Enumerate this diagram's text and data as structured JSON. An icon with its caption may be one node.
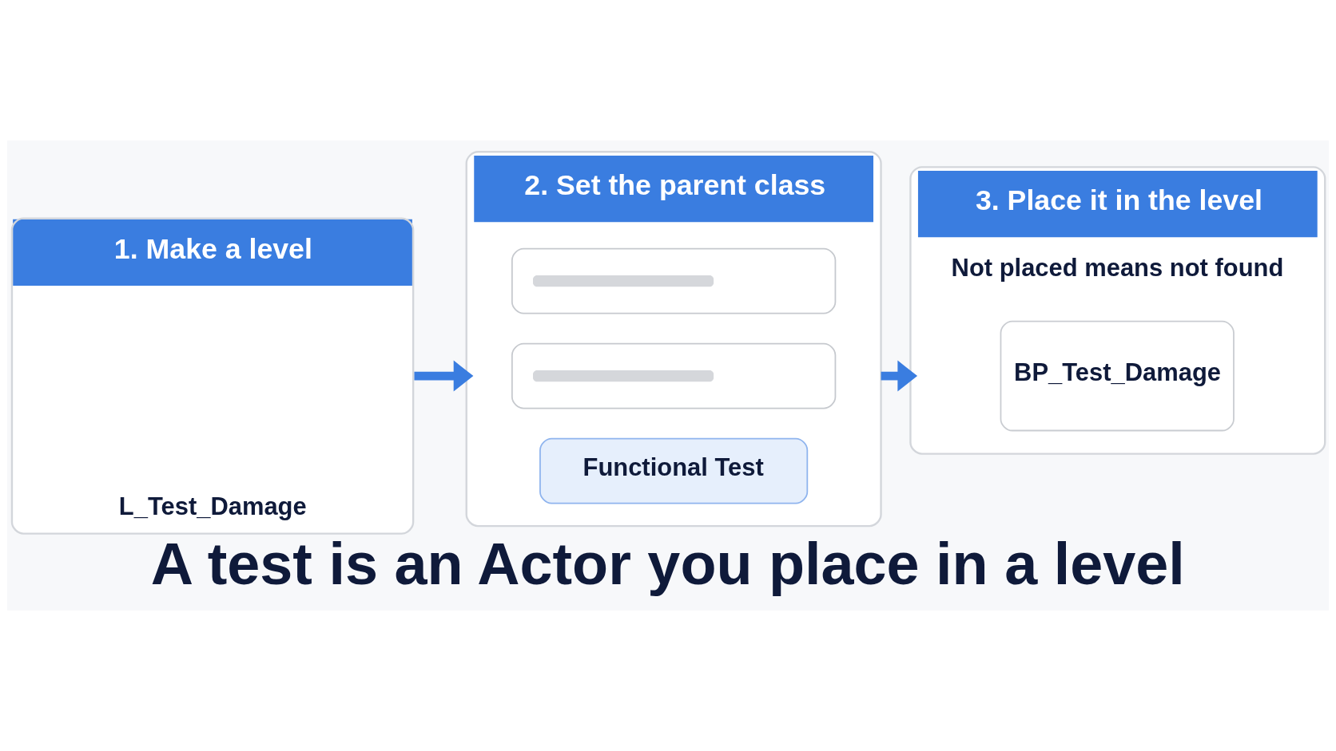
{
  "diagram": {
    "caption": "A test is an Actor you place in a level",
    "nodes": [
      {
        "text": [
          "1. Make a level",
          "L_Test_Damage"
        ]
      },
      {
        "text": [
          "2. Set the parent class"
        ]
      },
      {
        "text": [],
        "shape": "box",
        "in": 1
      },
      {
        "text": [],
        "shape": "box",
        "in": 1
      },
      {
        "text": [
          "Functional Test"
        ],
        "in": 1
      },
      {
        "text": [
          "3. Place it in the level",
          "Not placed means not found"
        ]
      },
      {
        "text": [
          "BP_Test_Damage"
        ],
        "in": 5
      }
    ],
    "edges": [
      {
        "from": 0,
        "to": 1,
        "arrow": "to"
      },
      {
        "from": 1,
        "to": 5,
        "arrow": "to"
      }
    ]
  }
}
